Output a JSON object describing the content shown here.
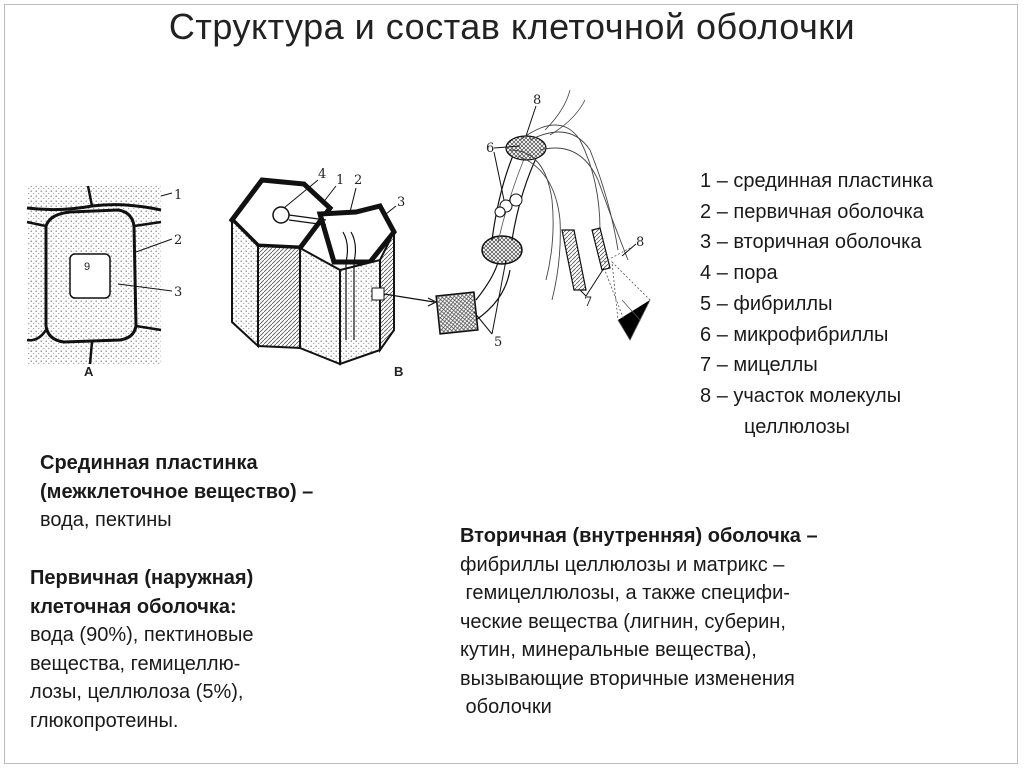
{
  "title": "Структура и состав клеточной оболочки",
  "figures": {
    "a_label": "А",
    "b_label": "В",
    "a_numbers": [
      "1",
      "2",
      "3",
      "9"
    ],
    "b_numbers": [
      "4",
      "1",
      "2",
      "3"
    ],
    "c_numbers": [
      "8",
      "6",
      "5",
      "7",
      "8"
    ]
  },
  "legend": [
    {
      "num": "1",
      "text": "срединная пластинка"
    },
    {
      "num": "2",
      "text": "первичная оболочка"
    },
    {
      "num": "3",
      "text": "вторичная оболочка"
    },
    {
      "num": "4",
      "text": "пора"
    },
    {
      "num": "5",
      "text": "фибриллы"
    },
    {
      "num": "6",
      "text": "микрофибриллы"
    },
    {
      "num": "7",
      "text": "мицеллы"
    },
    {
      "num": "8",
      "text": "участок молекулы"
    }
  ],
  "legend_continuation": "целлюлозы",
  "legend_separator": "–",
  "middle_lamella": {
    "line1": "Срединная пластинка",
    "line2": "(межклеточное вещество) –",
    "body": "вода, пектины"
  },
  "primary_wall": {
    "line1": "Первичная (наружная)",
    "line2": "клеточная оболочка:",
    "body": [
      "вода (90%), пектиновые",
      "вещества, гемицеллю-",
      "лозы, целлюлоза (5%),",
      "глюкопротеины."
    ]
  },
  "secondary_wall": {
    "head": "Вторичная (внутренняя) оболочка –",
    "body": [
      "фибриллы целлюлозы и матрикс –",
      " гемицеллюлозы, а также специфи-",
      "ческие вещества (лигнин, суберин,",
      "кутин, минеральные вещества),",
      "вызывающие вторичные изменения",
      " оболочки"
    ]
  }
}
